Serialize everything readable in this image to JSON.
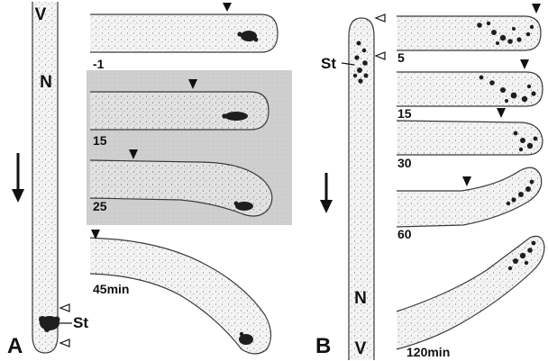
{
  "panels": {
    "A": {
      "label": "A",
      "cell_labels": {
        "vacuole": "V",
        "nucleus": "N",
        "statoliths": "St"
      },
      "time_labels": [
        "-1",
        "15",
        "25",
        "45min"
      ]
    },
    "B": {
      "label": "B",
      "cell_labels": {
        "statoliths": "St",
        "nucleus": "N",
        "vacuole": "V"
      },
      "time_labels": [
        "5",
        "15",
        "30",
        "60",
        "120min"
      ]
    }
  }
}
